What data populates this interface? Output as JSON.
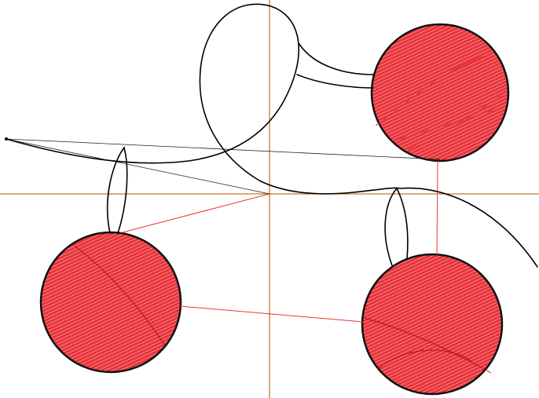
{
  "colors": {
    "background": "#ffffff",
    "circle_fill": "#e8333a",
    "circle_outline": "#111111",
    "curve": "#000000",
    "construction_line": "#e33a3a",
    "axis_horizontal": "#c8782e",
    "axis_vertical": "#c8782e",
    "hatch": "#ffffff"
  },
  "diagram": {
    "kind": "sketch-canvas",
    "objects": [
      "axis-horizontal",
      "axis-vertical",
      "circle-top-right",
      "circle-bottom-left",
      "circle-bottom-right",
      "freehand-curves",
      "construction-lines"
    ]
  }
}
